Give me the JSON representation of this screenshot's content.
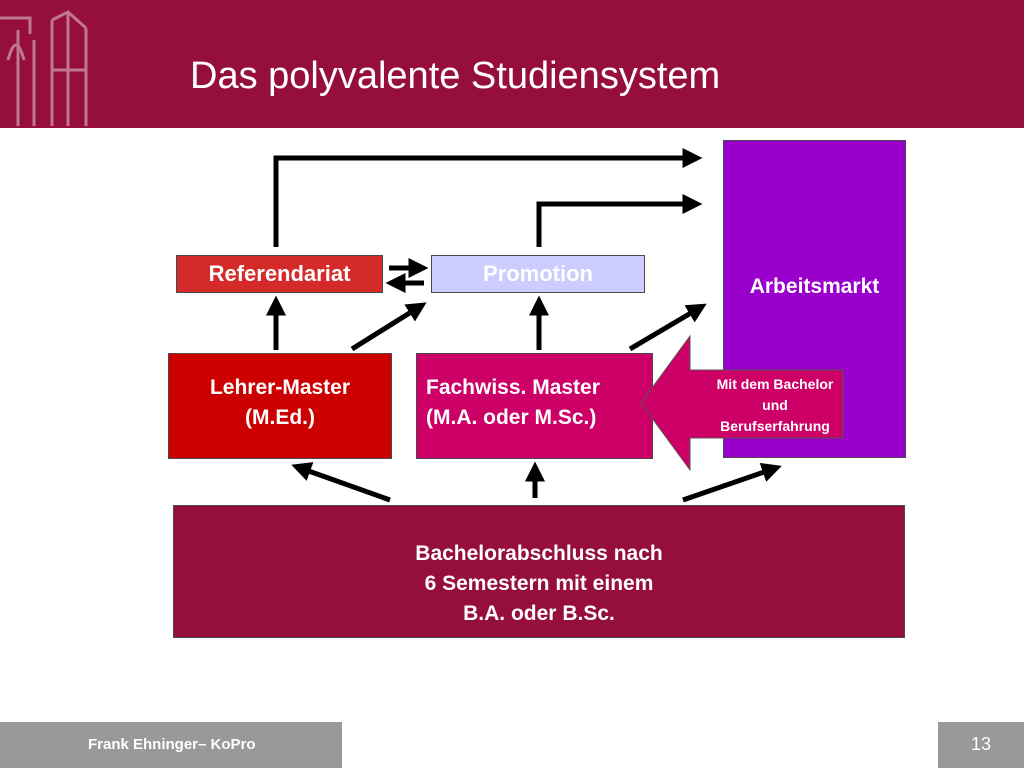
{
  "slide": {
    "title": "Das polyvalente Studiensystem",
    "accent_color": "#960e3e"
  },
  "diagram": {
    "nodes": {
      "referendariat": {
        "label": "Referendariat",
        "color": "#d42a2a"
      },
      "promotion": {
        "label": "Promotion",
        "color": "#ccccff"
      },
      "arbeitsmarkt": {
        "label": "Arbeitsmarkt",
        "color": "#9900cc"
      },
      "lehrer_master": {
        "line1": "Lehrer-Master",
        "line2": "(M.Ed.)",
        "color": "#cc0000"
      },
      "fach_master": {
        "line1": "Fachwiss. Master",
        "line2": "(M.A. oder M.Sc.)",
        "color": "#cc0066"
      },
      "bachelor": {
        "line1": "Bachelorabschluss nach",
        "line2": "6 Semestern mit einem",
        "line3": "B.A. oder B.Sc.",
        "color": "#960e3e"
      }
    },
    "callout": {
      "line1": "Mit dem Bachelor",
      "line2": "und",
      "line3": "Berufserfahrung",
      "color": "#cc0066"
    }
  },
  "footer": {
    "author": "Frank Ehninger– KoPro",
    "page": "13"
  }
}
